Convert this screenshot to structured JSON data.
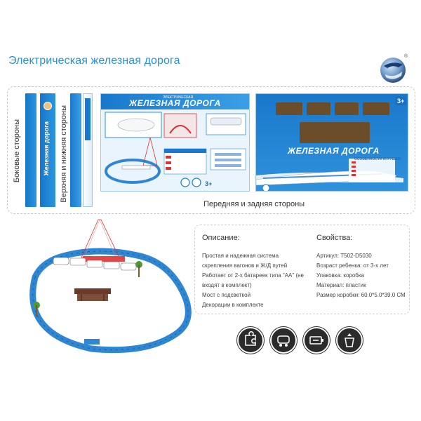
{
  "title": "Электрическая железная дорога",
  "package": {
    "side_label": "Боковые стороны",
    "topbottom_label": "Верхняя и нижняя стороны",
    "front_back_label": "Передняя и задняя стороны",
    "box_title": "ЖЕЛЕЗНАЯ ДОРОГА",
    "box_title_small": "ЭЛЕКТРИЧЕСКАЯ",
    "strip_title": "Железная дорога",
    "features_header": "ОСОБЕННОСТИ ИГРУШКИ:",
    "age_badge": "3+"
  },
  "description": {
    "heading": "Описание:",
    "lines": [
      "Простая и надежная система",
      "скрепления вагонов и Ж/Д путей",
      "Работает от 2-х батареек типа \"AA\" (не",
      "входят в комплект)",
      "Мост с подсветкой",
      "Декорации в комплекте"
    ]
  },
  "properties": {
    "heading": "Свойства:",
    "lines": [
      "Артикул: T502-D5030",
      "Возраст ребенка: от 3-х лет",
      "Упаковка: коробка",
      "Материал: пластик",
      "Размер коробки: 60.0*5.0*39.0 СМ"
    ]
  },
  "icons": [
    "puzzle-icon",
    "train-icon",
    "battery-icon",
    "plastic-icon"
  ],
  "colors": {
    "accent": "#2a8fd8",
    "box_blue": "#1a78cc",
    "track_blue": "#2f86d2"
  }
}
